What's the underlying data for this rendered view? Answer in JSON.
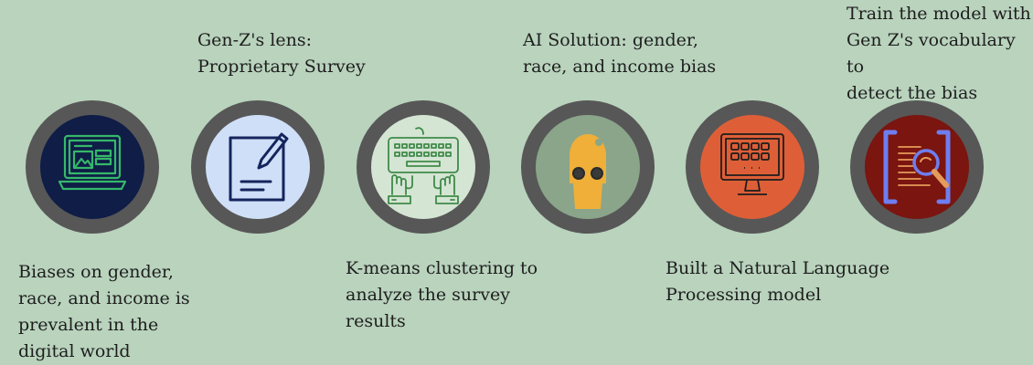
{
  "steps": [
    {
      "caption": "Biases on gender,\nrace, and income is\nprevalent in the\ndigital world",
      "icon": "laptop-icon",
      "color": "#0f1d47"
    },
    {
      "caption": "Gen-Z's lens:\nProprietary Survey",
      "icon": "survey-document-icon",
      "color": "#cfdff8"
    },
    {
      "caption": "K-means clustering to\nanalyze the survey\nresults",
      "icon": "keyboard-typing-icon",
      "color": "#d5e5d4"
    },
    {
      "caption": "AI Solution: gender,\nrace, and income bias",
      "icon": "robot-head-icon",
      "color": "#8aa58a"
    },
    {
      "caption": "Built a Natural Language\nProcessing model",
      "icon": "computer-monitor-icon",
      "color": "#de5f37"
    },
    {
      "caption": "Train the model with\nGen Z's vocabulary to\ndetect the bias",
      "icon": "magnifier-text-icon",
      "color": "#7a150f"
    }
  ]
}
